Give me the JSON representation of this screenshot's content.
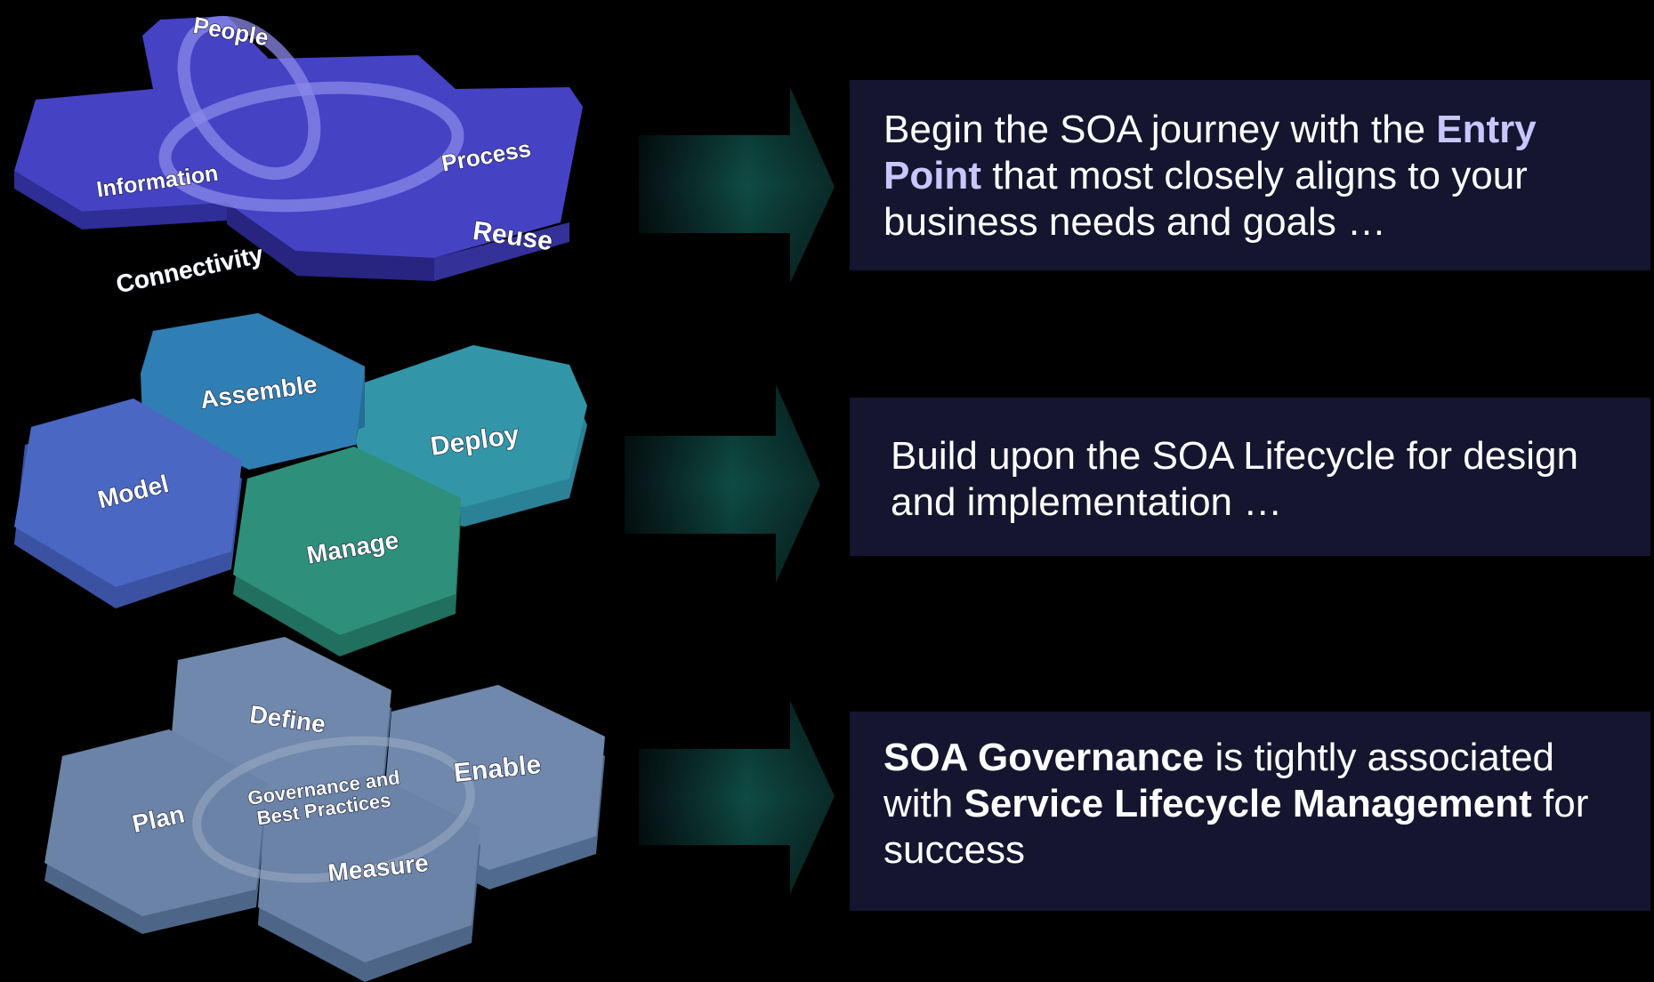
{
  "colors": {
    "background": "#000000",
    "box_background": "#15152f",
    "box_accent_text": "#c9c6ff",
    "arrow_dark": "#061a18",
    "arrow_mid": "#0e4a44",
    "entry_hex_top": "#4542c4",
    "entry_hex_side": "#2f2d96",
    "lifecycle_model": "#4a67c4",
    "lifecycle_assemble": "#2f7fb4",
    "lifecycle_deploy": "#3296a8",
    "lifecycle_manage": "#2e8f7a",
    "governance_hex": "#6f88ab"
  },
  "entry_points": {
    "labels": {
      "people": "People",
      "information": "Information",
      "process": "Process",
      "connectivity": "Connectivity",
      "reuse": "Reuse"
    }
  },
  "lifecycle": {
    "labels": {
      "model": "Model",
      "assemble": "Assemble",
      "deploy": "Deploy",
      "manage": "Manage"
    }
  },
  "governance": {
    "labels": {
      "define": "Define",
      "enable": "Enable",
      "plan": "Plan",
      "measure": "Measure",
      "center_line1": "Governance and",
      "center_line2": "Best Practices"
    }
  },
  "boxes": {
    "box1": {
      "t1": "Begin the SOA journey with the ",
      "bold1": "Entry Point",
      "t2": " that most closely aligns to your business needs and goals …"
    },
    "box2": {
      "t1": "Build upon the SOA Lifecycle for design and implementation …"
    },
    "box3": {
      "bold1": "SOA Governance",
      "t1": " is tightly associated with ",
      "bold2": "Service Lifecycle Management",
      "t2": " for success"
    }
  }
}
